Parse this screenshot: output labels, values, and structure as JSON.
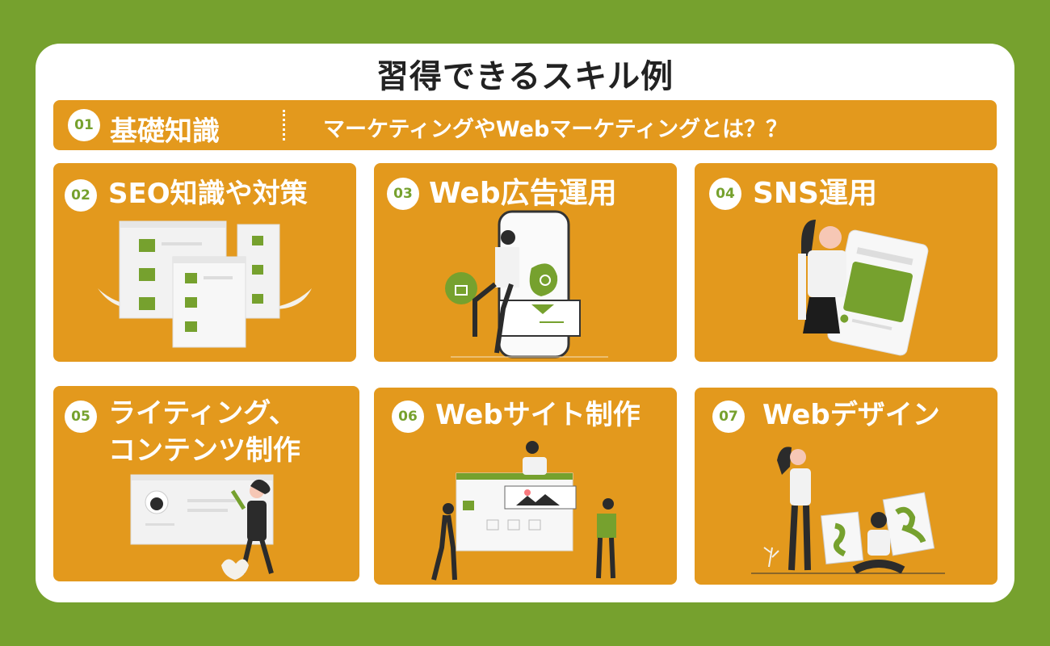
{
  "title": "習得できるスキル例",
  "bar": {
    "number": "01",
    "title": "基礎知識",
    "description": "マーケティングやWebマーケティングとは？？"
  },
  "cards": [
    {
      "number": "02",
      "title": "SEO知識や対策"
    },
    {
      "number": "03",
      "title": "Web広告運用"
    },
    {
      "number": "04",
      "title": "SNS運用"
    },
    {
      "number": "05",
      "title_line1": "ライティング、",
      "title_line2": "コンテンツ制作"
    },
    {
      "number": "06",
      "title": "Webサイト制作"
    },
    {
      "number": "07",
      "title": "Webデザイン"
    }
  ],
  "colors": {
    "background": "#76a12e",
    "card": "#e3991d",
    "accent_green": "#76a12e",
    "panel": "#ffffff"
  }
}
